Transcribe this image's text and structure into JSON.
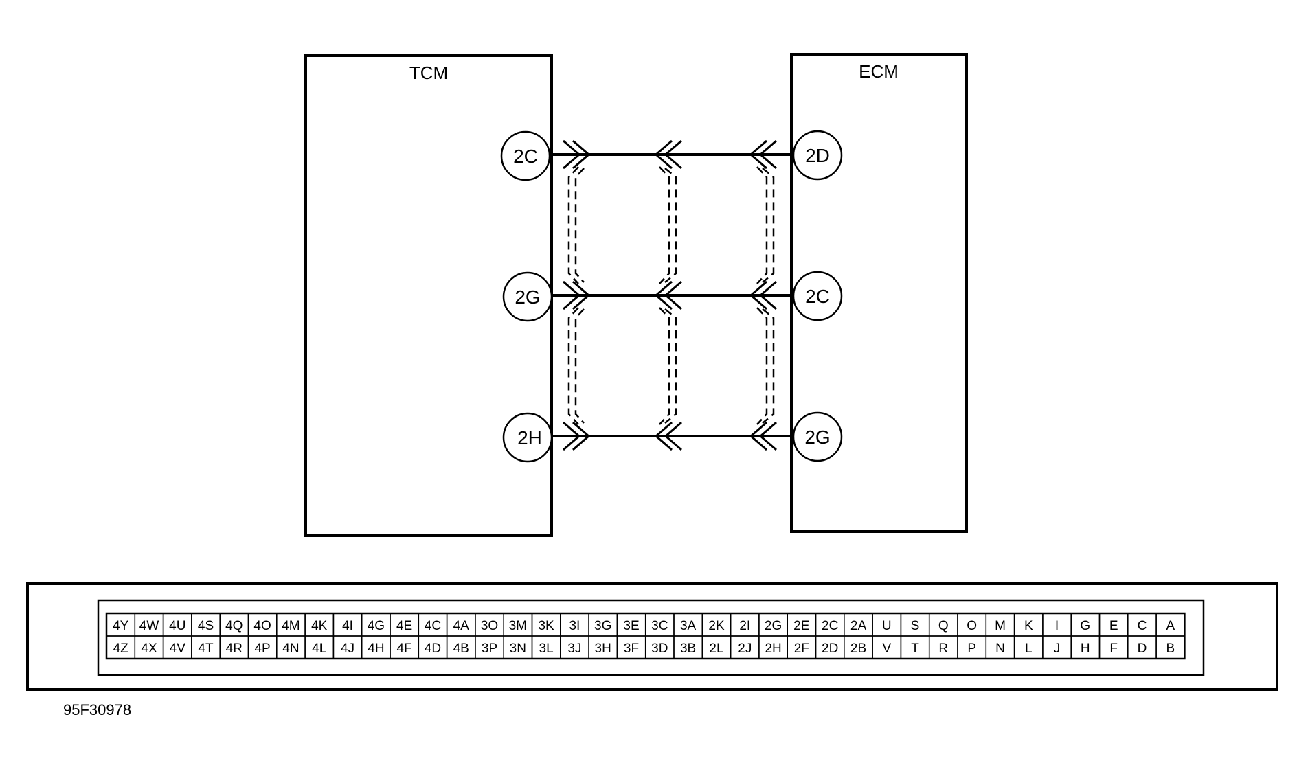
{
  "tcm": {
    "label": "TCM",
    "pins": [
      "2C",
      "2G",
      "2H"
    ]
  },
  "ecm": {
    "label": "ECM",
    "pins": [
      "2D",
      "2C",
      "2G"
    ]
  },
  "connector": {
    "top_row": [
      "4Y",
      "4W",
      "4U",
      "4S",
      "4Q",
      "4O",
      "4M",
      "4K",
      "4I",
      "4G",
      "4E",
      "4C",
      "4A",
      "3O",
      "3M",
      "3K",
      "3I",
      "3G",
      "3E",
      "3C",
      "3A",
      "2K",
      "2I",
      "2G",
      "2E",
      "2C",
      "2A",
      "U",
      "S",
      "Q",
      "O",
      "M",
      "K",
      "I",
      "G",
      "E",
      "C",
      "A"
    ],
    "bottom_row": [
      "4Z",
      "4X",
      "4V",
      "4T",
      "4R",
      "4P",
      "4N",
      "4L",
      "4J",
      "4H",
      "4F",
      "4D",
      "4B",
      "3P",
      "3N",
      "3L",
      "3J",
      "3H",
      "3F",
      "3D",
      "3B",
      "2L",
      "2J",
      "2H",
      "2F",
      "2D",
      "2B",
      "V",
      "T",
      "R",
      "P",
      "N",
      "L",
      "J",
      "H",
      "F",
      "D",
      "B"
    ]
  },
  "figure_id": "95F30978"
}
